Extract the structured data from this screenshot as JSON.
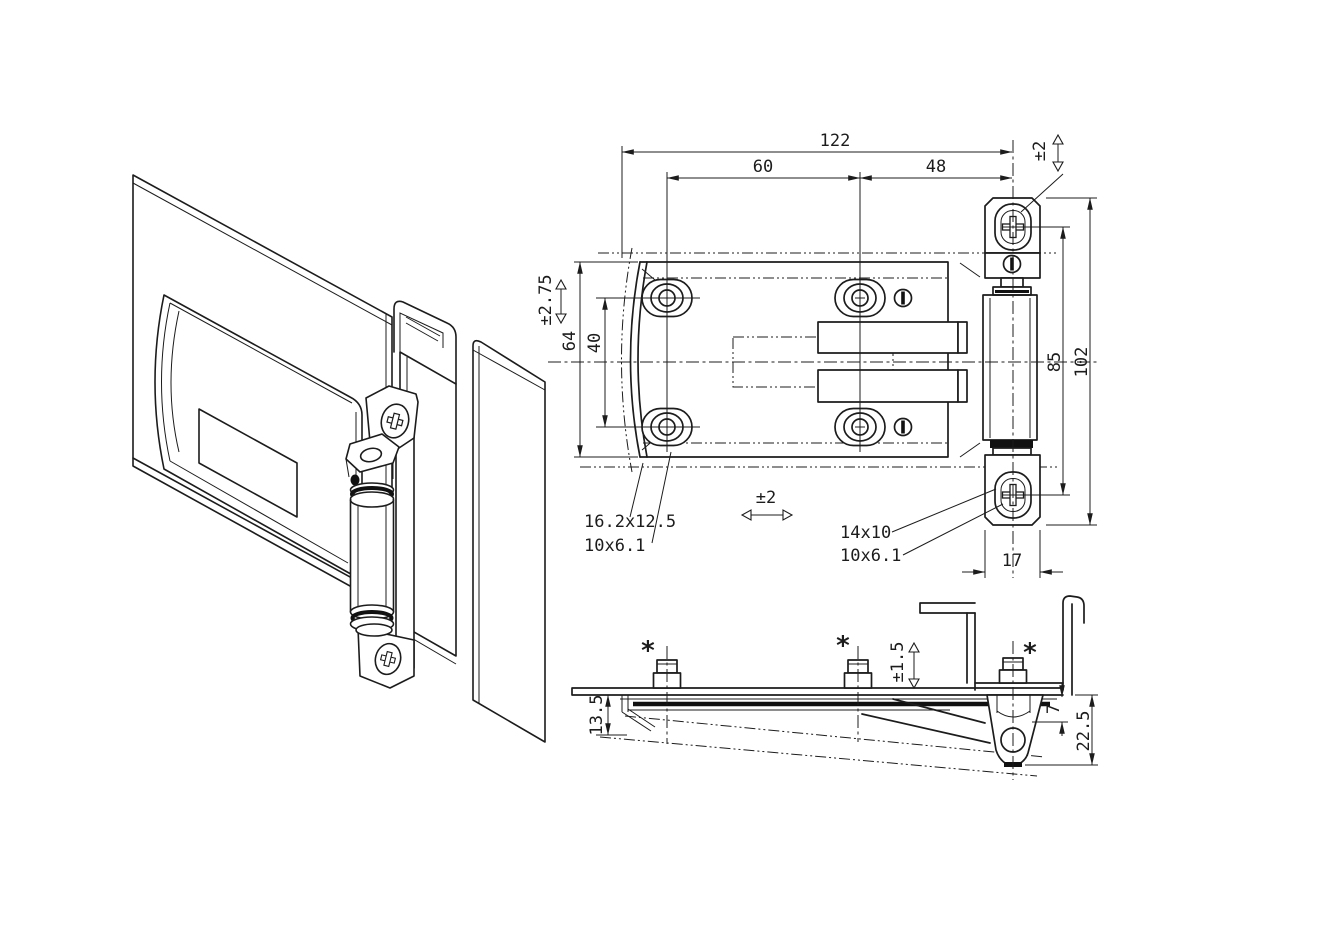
{
  "top_view": {
    "overall_width": "122",
    "hole_pitch_h": "60",
    "hinge_offset": "48",
    "hinge_vertical_tol": "±2",
    "plate_vertical_tol": "±2.75",
    "plate_height": "64",
    "hole_pitch_v": "40",
    "screw_pitch": "85",
    "hinge_length": "102",
    "hinge_width": "17",
    "horizontal_tol": "±2",
    "plate_slot_outer": "16.2x12.5",
    "plate_slot_inner": "10x6.1",
    "hinge_slot_outer": "14x10",
    "hinge_slot_inner": "10x6.1"
  },
  "side_view": {
    "plate_depth": "13.5",
    "depth_tol": "±1.5",
    "knuckle_inset": "7",
    "overall_depth": "22.5",
    "stud_marker_1": "*",
    "stud_marker_2": "*",
    "stud_marker_3": "*"
  },
  "style": {
    "line_color": "#1c1c1c",
    "background": "#ffffff"
  }
}
